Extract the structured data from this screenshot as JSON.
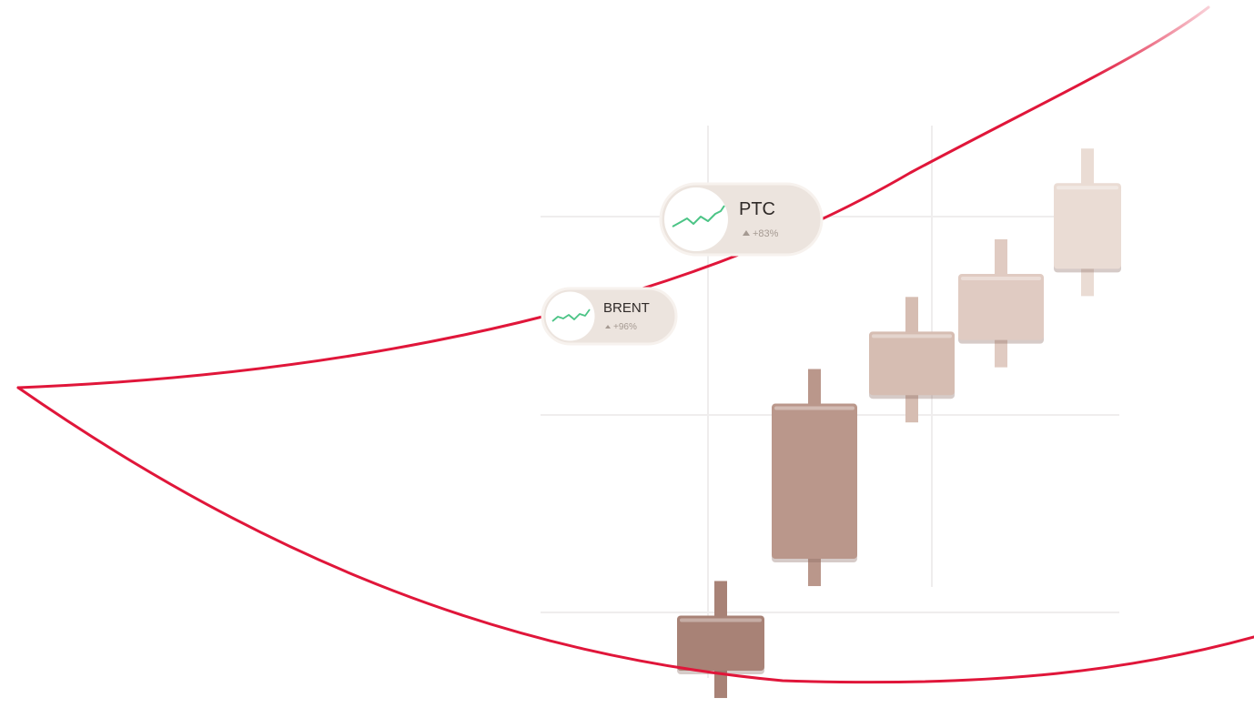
{
  "colors": {
    "curve": "#e0163a",
    "grid": "#efeded",
    "candle_light": "#eaddd6",
    "candle_dark": "#9e766a",
    "pill_bg": "#ece4de",
    "pill_circle": "#ffffff",
    "sparkline": "#4cc486",
    "up_arrow": "#a59a92"
  },
  "tickers": [
    {
      "name": "PTC",
      "change": "+83%",
      "direction": "up",
      "icon": "sparkline-icon"
    },
    {
      "name": "BRENT",
      "change": "+96%",
      "direction": "up",
      "icon": "sparkline-icon"
    }
  ],
  "candles": [
    {
      "open": 0.3,
      "close": 0.95
    },
    {
      "open": 1.62,
      "close": 3.45
    },
    {
      "open": 3.55,
      "close": 4.3
    },
    {
      "open": 4.2,
      "close": 4.98
    },
    {
      "open": 5.04,
      "close": 6.05
    }
  ],
  "candle_scale": {
    "min": 0,
    "max": 6.6
  }
}
